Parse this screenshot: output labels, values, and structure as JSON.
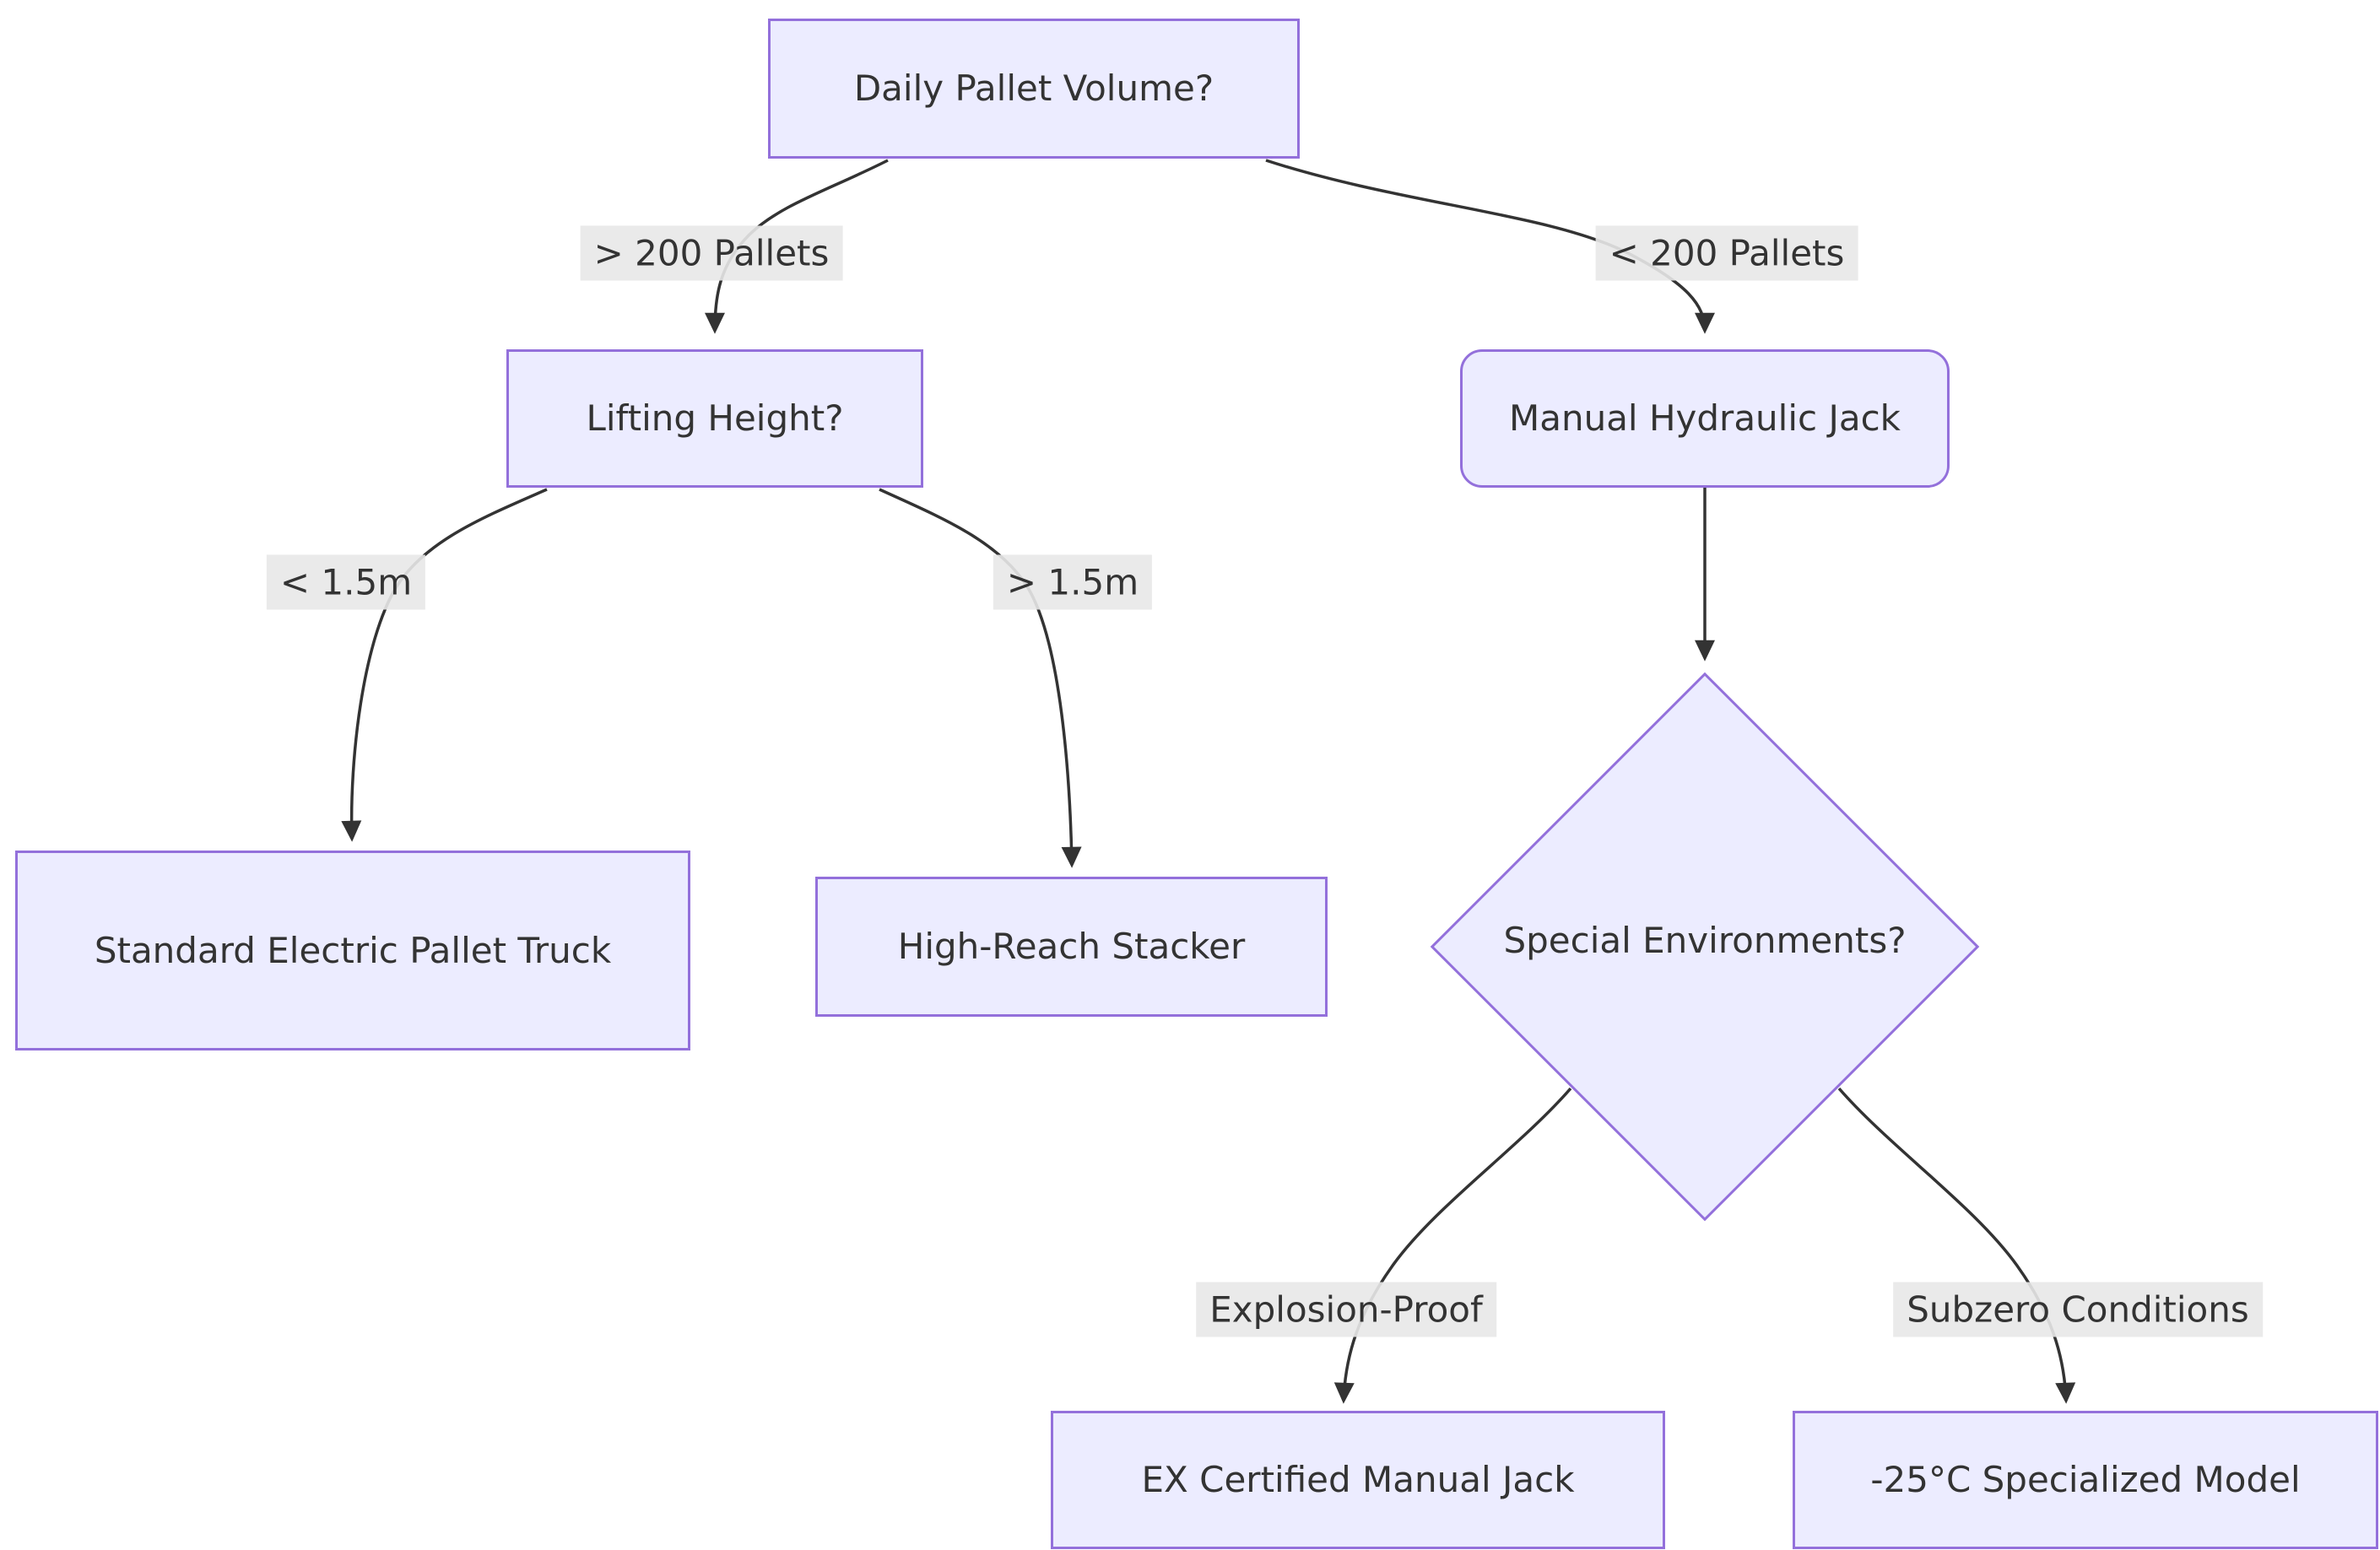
{
  "diagram": {
    "type": "flowchart-decision-tree",
    "background": "#ffffff",
    "colors": {
      "node_fill": "#ECECFF",
      "node_border": "#9370DB",
      "edge_stroke": "#333333",
      "edge_label_bg": "#e8e8e8",
      "text": "#333333"
    },
    "nodes": {
      "daily_volume": {
        "label": "Daily Pallet Volume?",
        "shape": "rect"
      },
      "lifting_height": {
        "label": "Lifting Height?",
        "shape": "rect"
      },
      "manual_jack": {
        "label": "Manual Hydraulic Jack",
        "shape": "rounded-rect"
      },
      "std_electric": {
        "label": "Standard Electric Pallet Truck",
        "shape": "rect"
      },
      "high_reach": {
        "label": "High-Reach Stacker",
        "shape": "rect"
      },
      "special_env": {
        "label": "Special Environments?",
        "shape": "diamond"
      },
      "ex_certified": {
        "label": "EX Certified Manual Jack",
        "shape": "rect"
      },
      "subzero_model": {
        "label": "-25°C Specialized Model",
        "shape": "rect"
      }
    },
    "edges": [
      {
        "from": "daily_volume",
        "to": "lifting_height",
        "label": "> 200 Pallets"
      },
      {
        "from": "daily_volume",
        "to": "manual_jack",
        "label": "< 200 Pallets"
      },
      {
        "from": "lifting_height",
        "to": "std_electric",
        "label": "< 1.5m"
      },
      {
        "from": "lifting_height",
        "to": "high_reach",
        "label": "> 1.5m"
      },
      {
        "from": "manual_jack",
        "to": "special_env",
        "label": ""
      },
      {
        "from": "special_env",
        "to": "ex_certified",
        "label": "Explosion-Proof"
      },
      {
        "from": "special_env",
        "to": "subzero_model",
        "label": "Subzero Conditions"
      }
    ]
  }
}
